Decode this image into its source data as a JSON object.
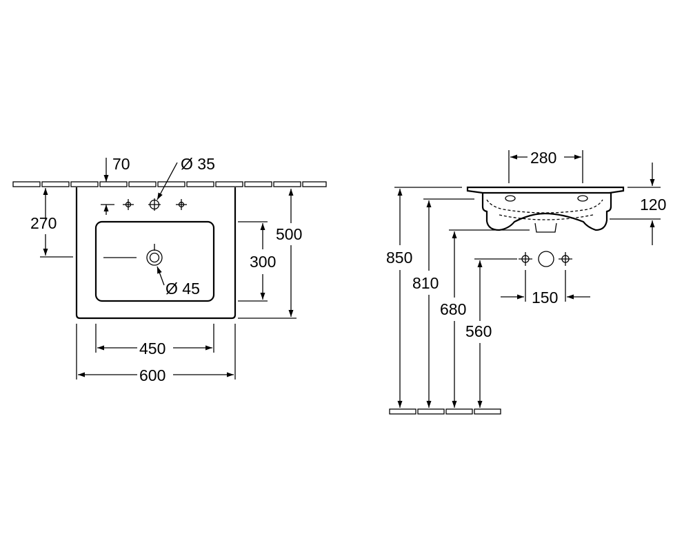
{
  "top_view": {
    "dim_70": "70",
    "dim_dia35": "Ø 35",
    "dim_270": "270",
    "dim_300": "300",
    "dim_500": "500",
    "dim_dia45": "Ø 45",
    "dim_450": "450",
    "dim_600": "600"
  },
  "side_view": {
    "dim_280": "280",
    "dim_120": "120",
    "dim_850": "850",
    "dim_810": "810",
    "dim_680": "680",
    "dim_560": "560",
    "dim_150": "150"
  }
}
